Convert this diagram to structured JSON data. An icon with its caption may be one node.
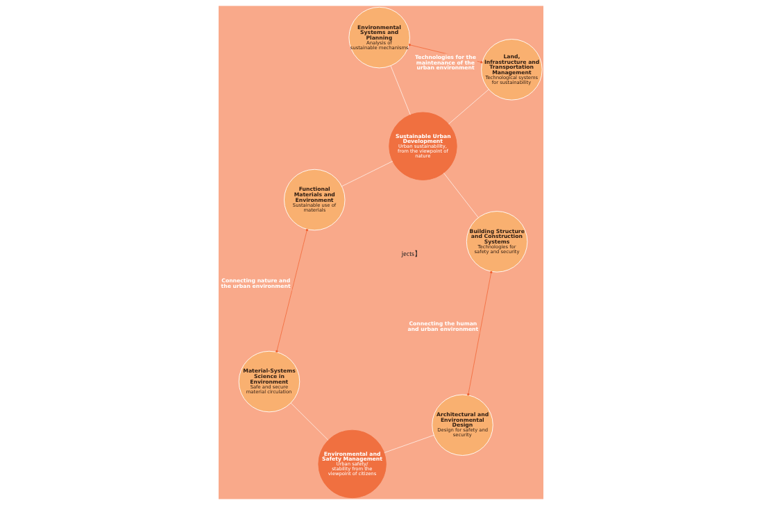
{
  "diagram": {
    "nodes": [
      {
        "text": [
          "Functional Materials and Environment",
          "Sustainable use of materials"
        ]
      },
      {
        "text": [
          "Environmental Systems and Planning",
          "Analysis of sustainable mechanisms"
        ]
      },
      {
        "text": [
          "Material-Systems Science in Environment",
          "Safe and secure material circulation"
        ]
      },
      {
        "text": [
          "Sustainable Urban Development",
          "Urban sustainability, from the viewpoint of nature"
        ]
      },
      {
        "text": [
          "Environmental and Safety Management",
          "Urban safety/ stability from the viewpoint of citizens"
        ]
      },
      {
        "text": [
          "Land, Infrastructure and Transportation Management",
          "Technological systems for sustainability"
        ]
      },
      {
        "text": [
          "Architectural and Environmental Design",
          "Design for safety and security"
        ]
      },
      {
        "text": [
          "Building Structure and Construction Systems",
          "Technologies for safety and security"
        ]
      }
    ],
    "edges": [
      {
        "from": 3,
        "to": 0,
        "arrow": "none"
      },
      {
        "from": 3,
        "to": 1,
        "arrow": "none"
      },
      {
        "from": 4,
        "to": 2,
        "arrow": "none"
      },
      {
        "from": 3,
        "to": 5,
        "arrow": "none"
      },
      {
        "from": 4,
        "to": 6,
        "arrow": "none"
      },
      {
        "from": 3,
        "to": 7,
        "arrow": "none"
      },
      {
        "from": 0,
        "to": 2,
        "arrow": "other",
        "label": "Connecting nature and the urban environment",
        "color": "#f05a28"
      },
      {
        "from": 1,
        "to": 5,
        "arrow": "other",
        "label": "Technologies for the maintenance of the urban environment",
        "color": "#f05a28"
      },
      {
        "from": 6,
        "to": 7,
        "arrow": "other",
        "label": "Connecting the human and urban environment",
        "color": "#f05a28"
      }
    ],
    "labels": [
      "jects】"
    ]
  }
}
